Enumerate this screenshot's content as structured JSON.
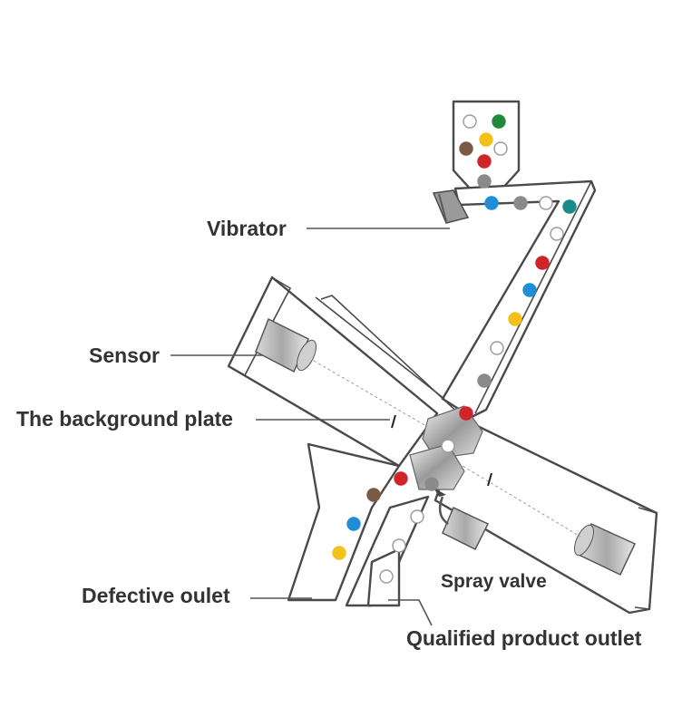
{
  "labels": {
    "vibrator": "Vibrator",
    "sensor": "Sensor",
    "background_plate": "The background plate",
    "defective_outlet": "Defective oulet",
    "spray_valve": "Spray valve",
    "qualified_outlet": "Qualified product outlet"
  },
  "colors": {
    "green": "#1f8a3c",
    "yellow": "#f2c21a",
    "brown": "#7a5a44",
    "red": "#d0232a",
    "gray": "#8a8a8a",
    "blue": "#1f8ed6",
    "teal": "#1a8a8a",
    "white": "#ffffff",
    "outline": "#9a9a9a"
  }
}
